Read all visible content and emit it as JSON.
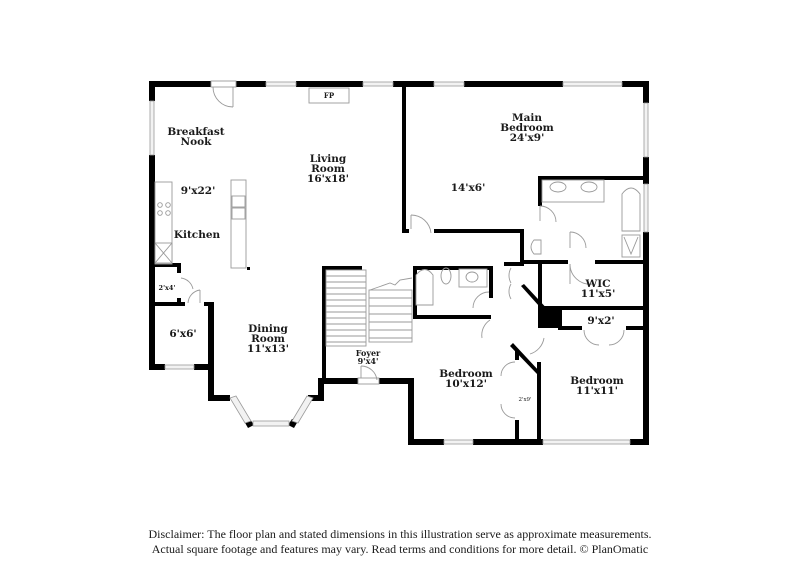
{
  "floor_plan": {
    "rooms": [
      {
        "id": "breakfast-nook",
        "name_line1": "Breakfast",
        "name_line2": "Nook",
        "dims": ""
      },
      {
        "id": "kitchen",
        "name": "Kitchen",
        "dims": "9'x22'"
      },
      {
        "id": "living-room",
        "name_line1": "Living",
        "name_line2": "Room",
        "dims": "16'x18'"
      },
      {
        "id": "main-bedroom",
        "name_line1": "Main",
        "name_line2": "Bedroom",
        "dims": "24'x9'"
      },
      {
        "id": "main-bedroom-alcove",
        "name": "",
        "dims": "14'x6'"
      },
      {
        "id": "wic",
        "name": "WIC",
        "dims": "11'x5'"
      },
      {
        "id": "closet-9x2",
        "name": "",
        "dims": "9'x2'"
      },
      {
        "id": "bedroom-2",
        "name": "Bedroom",
        "dims": "11'x11'"
      },
      {
        "id": "bedroom-3",
        "name": "Bedroom",
        "dims": "10'x12'"
      },
      {
        "id": "closet-2x9",
        "name": "",
        "dims": "2'x9'"
      },
      {
        "id": "foyer",
        "name": "Foyer",
        "dims": "9'x4'"
      },
      {
        "id": "dining-room",
        "name_line1": "Dining",
        "name_line2": "Room",
        "dims": "11'x13'"
      },
      {
        "id": "room-6x6",
        "name": "",
        "dims": "6'x6'"
      },
      {
        "id": "closet-2x4",
        "name": "",
        "dims": "2'x4'"
      }
    ],
    "fireplace_label": "FP"
  },
  "disclaimer": {
    "line1": "Disclaimer: The floor plan and stated dimensions in this illustration serve as approximate measurements.",
    "line2": "Actual square footage and features may vary. Read terms and conditions for more detail. © PlanOmatic"
  }
}
